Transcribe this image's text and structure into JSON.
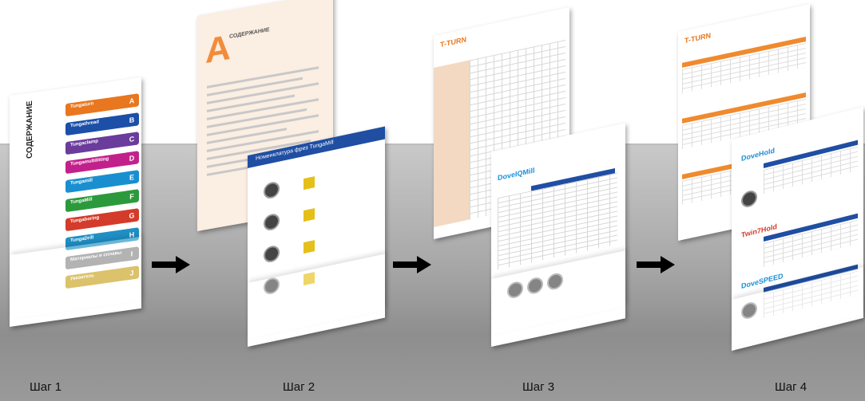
{
  "steps": [
    {
      "label": "Шаг 1"
    },
    {
      "label": "Шаг 2"
    },
    {
      "label": "Шаг 3"
    },
    {
      "label": "Шаг 4"
    }
  ],
  "page1": {
    "title": "СОДЕРЖАНИЕ",
    "sections": [
      {
        "text": "Tungaturn",
        "tab": "A",
        "color": "#e8771f"
      },
      {
        "text": "Tungathread",
        "tab": "B",
        "color": "#1b4fa8"
      },
      {
        "text": "Tungaclamp",
        "tab": "C",
        "color": "#6a3c9b"
      },
      {
        "text": "Tungamultilitting",
        "tab": "D",
        "color": "#c2218c"
      },
      {
        "text": "Tungamill",
        "tab": "E",
        "color": "#1a8fd0"
      },
      {
        "text": "TungaMill",
        "tab": "F",
        "color": "#2c9a3c"
      },
      {
        "text": "Tungaboring",
        "tab": "G",
        "color": "#d43b2a"
      },
      {
        "text": "TungaDrill",
        "tab": "H",
        "color": "#1f8fc4"
      },
      {
        "text": "Материалы и сплавы",
        "tab": "I",
        "color": "#8a8a8a"
      },
      {
        "text": "Указатель",
        "tab": "J",
        "color": "#c8a11b"
      }
    ]
  },
  "page2a": {
    "letter": "A",
    "heading": "СОДЕРЖАНИЕ"
  },
  "page2b": {
    "heading": "Номенклатура фрез TungaMill"
  },
  "page3a": {
    "brand": "T-TURN"
  },
  "page3b": {
    "brand": "DoveIQMill"
  },
  "page4a": {
    "brand": "T-TURN"
  },
  "page4b": {
    "brands": [
      "DoveHold",
      "Twin7Hold",
      "DoveSPEED"
    ]
  },
  "colors": {
    "accent_orange": "#e8771f",
    "accent_blue": "#1f4ea3"
  }
}
